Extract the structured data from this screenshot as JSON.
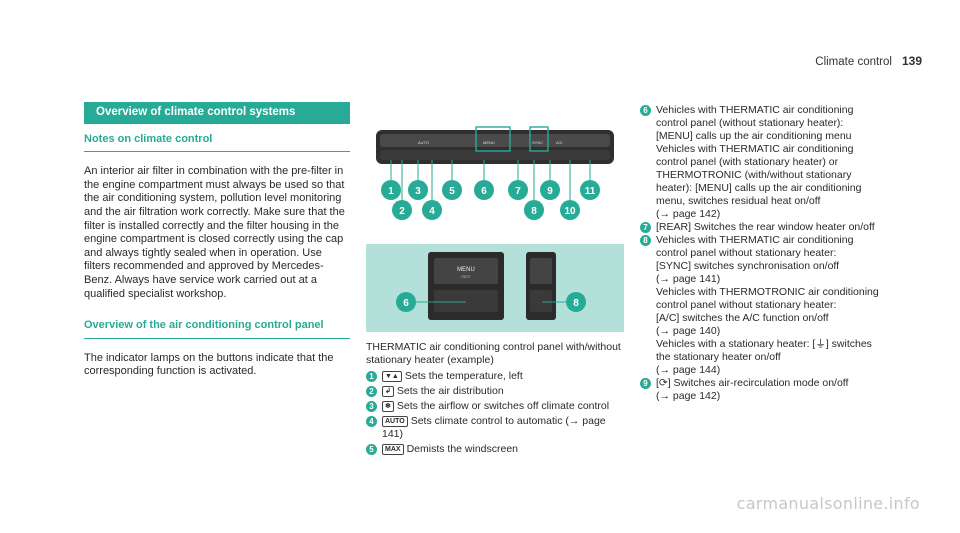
{
  "header": {
    "title": "Climate control",
    "page": "139"
  },
  "section": {
    "title": "Overview of climate control systems"
  },
  "notes": {
    "heading": "Notes on climate control",
    "text": "An interior air filter in combination with the pre-filter in the engine compartment must always be used so that the air conditioning system, pollution level monitoring and the air filtration work correctly. Make sure that the filter is installed correctly and the filter housing in the engine compartment is closed correctly using the cap and always tightly sealed when in operation. Use filters recommended and approved by Mercedes-Benz. Always have service work carried out at a qualified specialist workshop."
  },
  "overview": {
    "heading": "Overview of the air conditioning control panel",
    "text": "The indicator lamps on the buttons indicate that the corresponding function is activated."
  },
  "figure": {
    "panel_labels": [
      "AUTO",
      "MENU",
      "SYNC",
      "A/C"
    ],
    "detail_label": "MENU",
    "detail_sublabel": "REST",
    "callouts_top": [
      "1",
      "2",
      "3",
      "4",
      "5",
      "6",
      "7",
      "8",
      "9",
      "10",
      "11"
    ],
    "callouts_bottom": [
      "6",
      "8"
    ]
  },
  "caption": {
    "title": "THERMATIC air conditioning control panel with/without stationary heater (example)",
    "items": [
      {
        "num": "1",
        "sym": "▼▲",
        "text": "Sets the temperature, left"
      },
      {
        "num": "2",
        "sym": "↲",
        "text": "Sets the air distribution"
      },
      {
        "num": "3",
        "sym": "❄",
        "text": "Sets the airflow or switches off climate control"
      },
      {
        "num": "4",
        "sym": "AUTO",
        "text": "Sets climate control to automatic (→ page 141)"
      },
      {
        "num": "5",
        "sym": "MAX",
        "text": "Demists the windscreen"
      }
    ]
  },
  "right_items": [
    {
      "num": "6",
      "lines": [
        "Vehicles with THERMATIC air conditioning control panel (without stationary heater):",
        "[MENU] calls up the air conditioning menu",
        "Vehicles with THERMATIC air conditioning control panel (with stationary heater) or THERMOTRONIC (with/without stationary heater): [MENU] calls up the air conditioning menu, switches residual heat on/off",
        "(→ page 142)"
      ]
    },
    {
      "num": "7",
      "lines": [
        "[REAR] Switches the rear window heater on/off"
      ]
    },
    {
      "num": "8",
      "lines": [
        "Vehicles with THERMATIC air conditioning control panel without stationary heater:",
        "[SYNC] switches synchronisation on/off",
        "(→ page 141)",
        "Vehicles with THERMOTRONIC air conditioning control panel without stationary heater:",
        "[A/C] switches the A/C function on/off",
        "(→ page 140)",
        "Vehicles with a stationary heater: [⏚] switches the stationary heater on/off",
        "(→ page 144)"
      ]
    },
    {
      "num": "9",
      "lines": [
        "[⟳] Switches air-recirculation mode on/off",
        "(→ page 142)"
      ]
    }
  ],
  "footer": {
    "watermark": "carmanualsonline.info"
  }
}
